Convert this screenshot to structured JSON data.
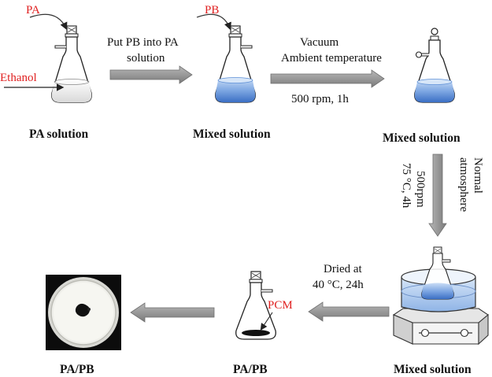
{
  "colors": {
    "accent_red": "#e02020",
    "arrow_gray": "#8f8f8f",
    "liquid_blue": "#5b8ed6",
    "text": "#111111"
  },
  "labels": {
    "pa": "PA",
    "pb": "PB",
    "ethanol": "Ethanol",
    "pcm": "PCM"
  },
  "steps": {
    "step1": {
      "line1": "Put PB into PA",
      "line2": "solution"
    },
    "step2": {
      "line1": "Vacuum",
      "line2": "Ambient temperature",
      "line3": "500 rpm, 1h"
    },
    "step3": {
      "line1": "Normal",
      "line2": "atmosphere",
      "line3": "500rpm",
      "line4": "75 °C, 4h"
    },
    "step4": {
      "line1": "Dried at",
      "line2": "40 °C, 24h"
    }
  },
  "stages": {
    "s1": "PA solution",
    "s2": "Mixed solution",
    "s3": "Mixed solution",
    "s4": "Mixed solution",
    "s5": "PA/PB",
    "s6": "PA/PB"
  },
  "icons": {
    "flask": "erlenmeyer-flask-icon",
    "stirrer": "hot-plate-stirrer-icon",
    "dish": "petri-dish-photo-icon"
  }
}
